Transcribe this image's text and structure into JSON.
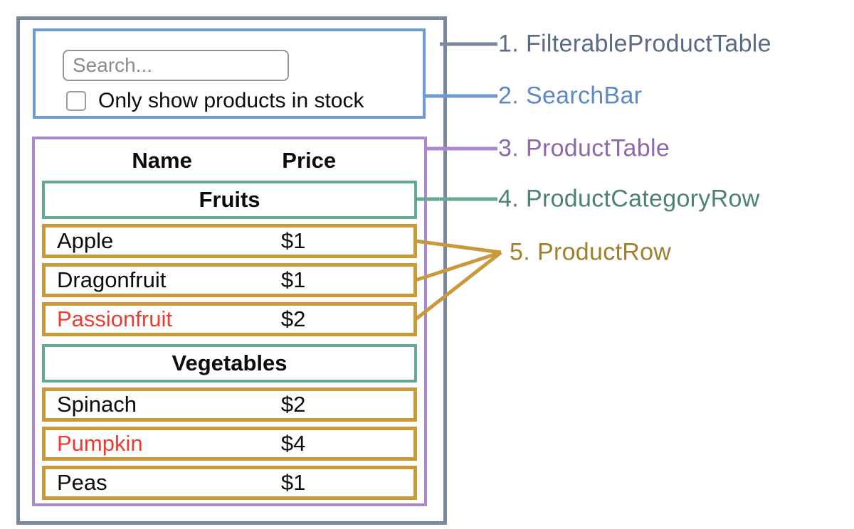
{
  "colors": {
    "gray_border": "#7b879d",
    "gray_label": "#5a6a84",
    "blue_border": "#6f9ad1",
    "blue_label": "#5c89c6",
    "purple_border": "#ab87cd",
    "purple_label": "#8d69ab",
    "teal_border": "#66a795",
    "teal_label": "#4d8172",
    "gold_border": "#c9993a",
    "gold_label": "#a0802d",
    "out_of_stock_text": "#ef3b2e"
  },
  "search_bar": {
    "placeholder": "Search...",
    "checkbox_label": "Only show products in stock",
    "checkbox_checked": false
  },
  "table": {
    "headers": {
      "name": "Name",
      "price": "Price"
    },
    "groups": [
      {
        "category": "Fruits",
        "rows": [
          {
            "name": "Apple",
            "price": "$1",
            "in_stock": true
          },
          {
            "name": "Dragonfruit",
            "price": "$1",
            "in_stock": true
          },
          {
            "name": "Passionfruit",
            "price": "$2",
            "in_stock": false
          }
        ]
      },
      {
        "category": "Vegetables",
        "rows": [
          {
            "name": "Spinach",
            "price": "$2",
            "in_stock": true
          },
          {
            "name": "Pumpkin",
            "price": "$4",
            "in_stock": false
          },
          {
            "name": "Peas",
            "price": "$1",
            "in_stock": true
          }
        ]
      }
    ]
  },
  "legend": [
    {
      "number": "1.",
      "name": "FilterableProductTable"
    },
    {
      "number": "2.",
      "name": "SearchBar"
    },
    {
      "number": "3.",
      "name": "ProductTable"
    },
    {
      "number": "4.",
      "name": "ProductCategoryRow"
    },
    {
      "number": "5.",
      "name": "ProductRow"
    }
  ]
}
